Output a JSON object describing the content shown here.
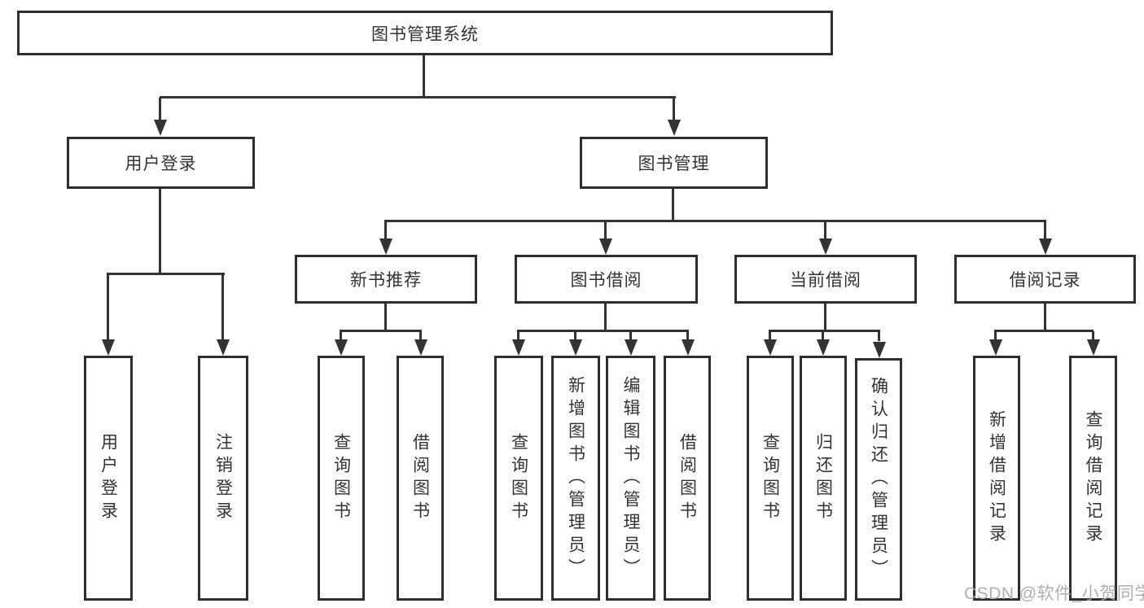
{
  "tree": {
    "label": "图书管理系统",
    "children": [
      {
        "label": "用户登录",
        "children": [
          {
            "label": "用户登录"
          },
          {
            "label": "注销登录"
          }
        ]
      },
      {
        "label": "图书管理",
        "children": [
          {
            "label": "新书推荐",
            "children": [
              {
                "label": "查询图书"
              },
              {
                "label": "借阅图书"
              }
            ]
          },
          {
            "label": "图书借阅",
            "children": [
              {
                "label": "查询图书"
              },
              {
                "label": "新增图书（管理员）"
              },
              {
                "label": "编辑图书（管理员）"
              },
              {
                "label": "借阅图书"
              }
            ]
          },
          {
            "label": "当前借阅",
            "children": [
              {
                "label": "查询图书"
              },
              {
                "label": "归还图书"
              },
              {
                "label": "确认归还（管理员）"
              }
            ]
          },
          {
            "label": "借阅记录",
            "children": [
              {
                "label": "新增借阅记录"
              },
              {
                "label": "查询借阅记录"
              }
            ]
          }
        ]
      }
    ]
  },
  "watermark": {
    "text": "CSDN @软件_小贺同学"
  },
  "colors": {
    "line": "#333333",
    "box_border": "#2e2e2e",
    "text": "#333333",
    "watermark": "#a8a8a8",
    "background": "#ffffff"
  }
}
